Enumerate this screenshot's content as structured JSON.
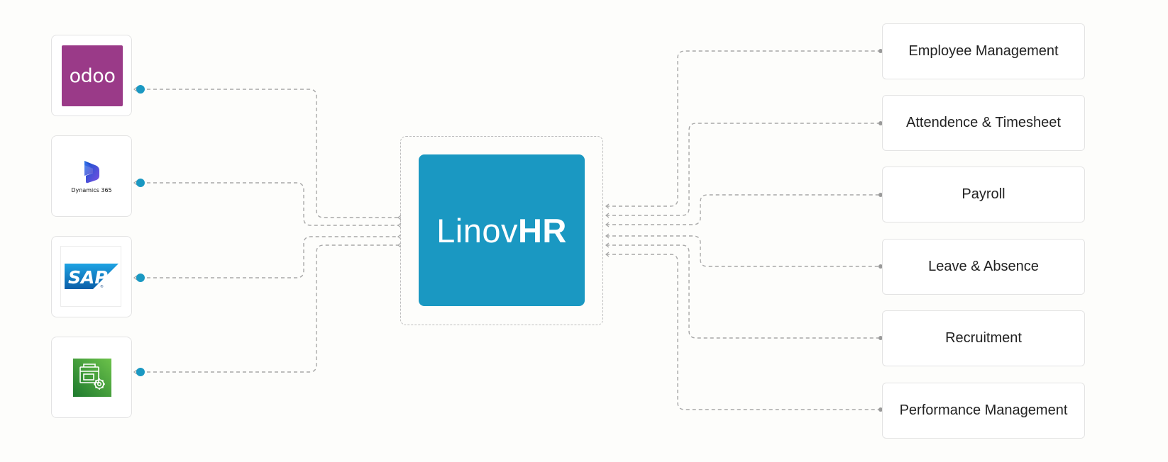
{
  "integrations": [
    {
      "name": "odoo",
      "label": "odoo",
      "color": "#9a3a88"
    },
    {
      "name": "dynamics-365",
      "label": "Dynamics 365"
    },
    {
      "name": "sap",
      "label": "SAP"
    },
    {
      "name": "green-config-app",
      "label": ""
    }
  ],
  "hub": {
    "title_light": "Linov",
    "title_bold": "HR",
    "color": "#1a98c2"
  },
  "modules": [
    {
      "label": "Employee Management"
    },
    {
      "label": "Attendence & Timesheet"
    },
    {
      "label": "Payroll"
    },
    {
      "label": "Leave & Absence"
    },
    {
      "label": "Recruitment"
    },
    {
      "label": "Performance Management"
    }
  ],
  "colors": {
    "connector": "#a8a8a8",
    "dot": "#1a98c2",
    "card_border": "#e3e3e3"
  }
}
